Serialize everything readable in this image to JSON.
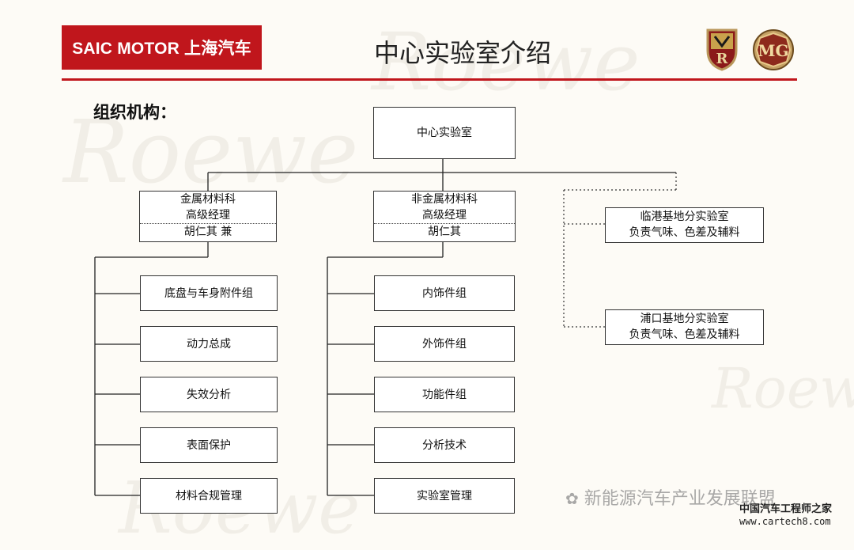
{
  "header": {
    "logo_text": "SAIC MOTOR 上海汽车",
    "title": "中心实验室介绍",
    "accent_color": "#c0161c"
  },
  "subtitle": "组织机构：",
  "org": {
    "root": "中心实验室",
    "metal": {
      "name": "金属材料科",
      "role": "高级经理",
      "person": "胡仁其 兼"
    },
    "nonmetal": {
      "name": "非金属材料科",
      "role": "高级经理",
      "person": "胡仁其"
    },
    "metal_groups": [
      "底盘与车身附件组",
      "动力总成",
      "失效分析",
      "表面保护",
      "材料合规管理"
    ],
    "nonmetal_groups": [
      "内饰件组",
      "外饰件组",
      "功能件组",
      "分析技术",
      "实验室管理"
    ],
    "branches": [
      {
        "name": "临港基地分实验室",
        "duty": "负责气味、色差及辅料"
      },
      {
        "name": "浦口基地分实验室",
        "duty": "负责气味、色差及辅料"
      }
    ]
  },
  "watermarks": {
    "brand": "Roewe"
  },
  "footer": {
    "wechat_text": "新能源汽车产业发展联盟",
    "site_name": "中国汽车工程师之家",
    "url": "www.cartech8.com"
  }
}
